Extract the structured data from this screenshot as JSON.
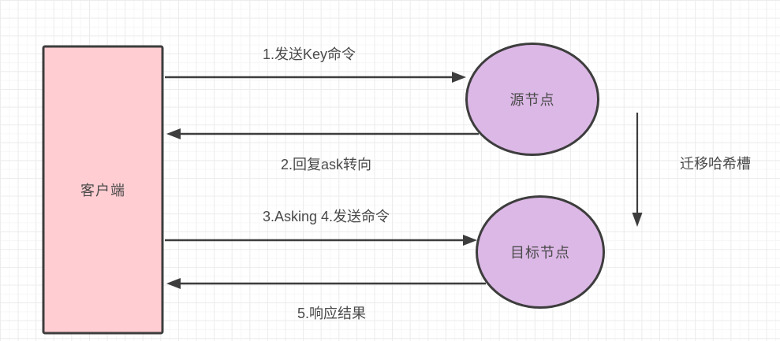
{
  "diagram": {
    "title": "redis-ask-redirect-flow",
    "colors": {
      "client_fill": "#ffcdd2",
      "node_fill": "#dcb8e6",
      "stroke": "#3d3d3d",
      "text": "#4a4a4a",
      "grid_line": "#ececec",
      "canvas_bg": "#ffffff"
    },
    "nodes": {
      "client": {
        "label": "客户端",
        "shape": "rectangle",
        "fill": "#ffcdd2"
      },
      "source": {
        "label": "源节点",
        "shape": "ellipse",
        "fill": "#dcb8e6"
      },
      "target": {
        "label": "目标节点",
        "shape": "ellipse",
        "fill": "#dcb8e6"
      }
    },
    "edges": {
      "send_key": {
        "label": "1.发送Key命令",
        "from": "client",
        "to": "source"
      },
      "ask_redirect": {
        "label": "2.回复ask转向",
        "from": "source",
        "to": "client"
      },
      "asking_send": {
        "label": "3.Asking 4.发送命令",
        "from": "client",
        "to": "target"
      },
      "response": {
        "label": "5.响应结果",
        "from": "target",
        "to": "client"
      },
      "migrate_slot": {
        "label": "迁移哈希槽",
        "from": "source",
        "to": "target"
      }
    }
  }
}
